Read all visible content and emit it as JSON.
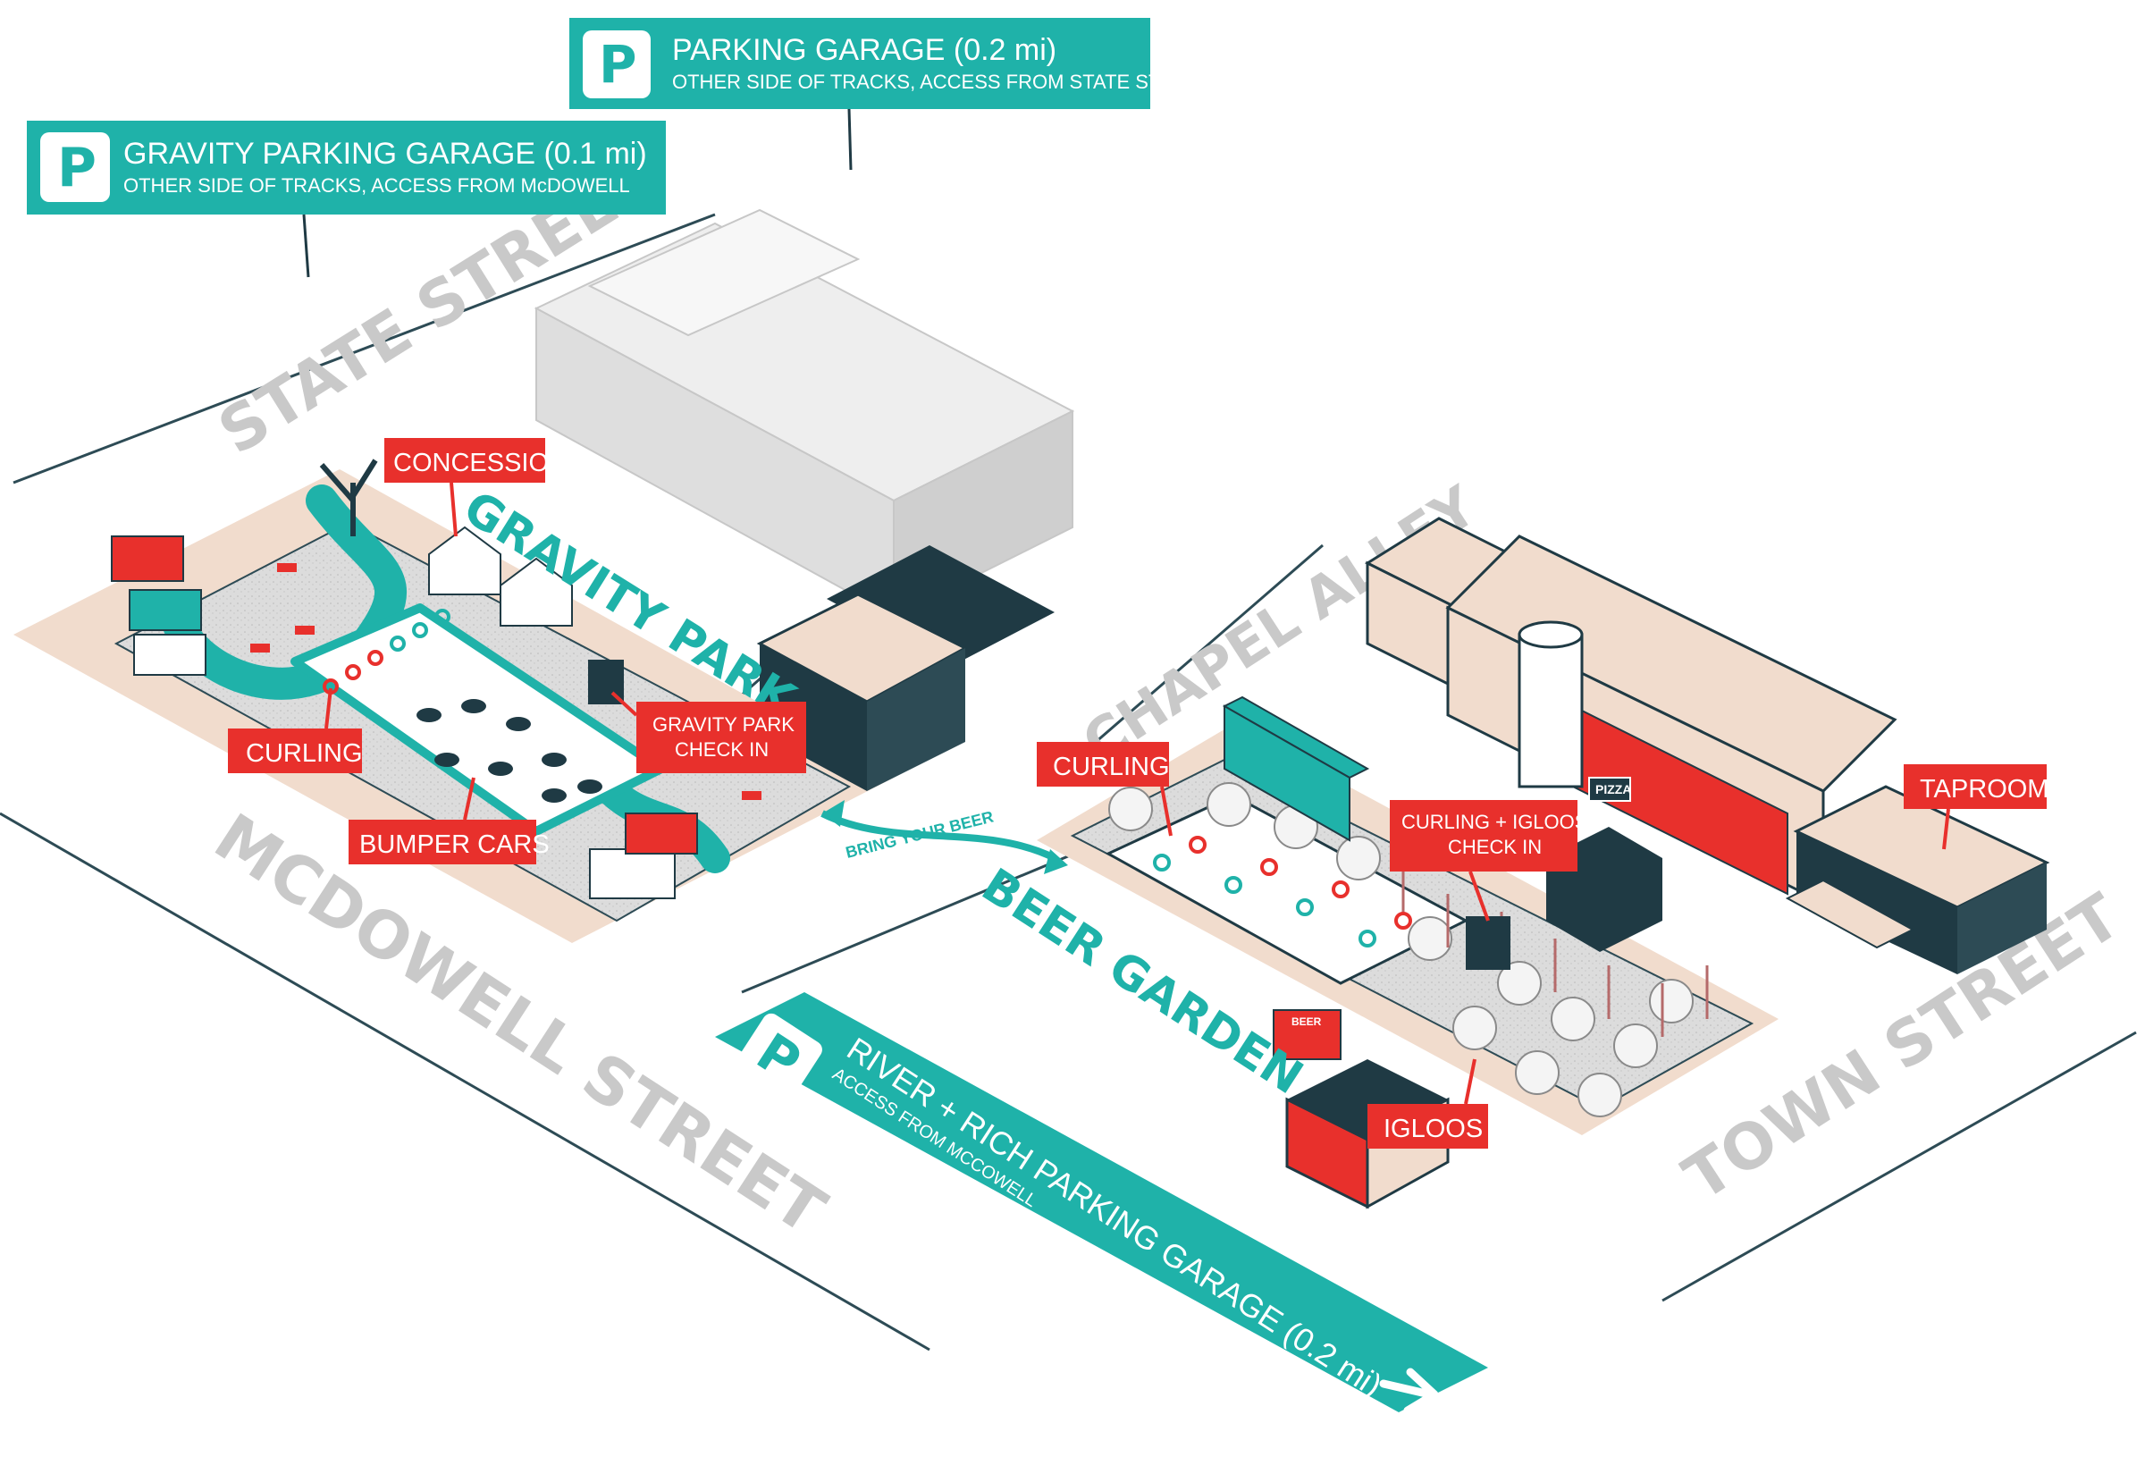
{
  "colors": {
    "teal": "#1fb2a9",
    "red": "#e8302c",
    "navy": "#1f3a44",
    "cream": "#f1dccd",
    "gray": "#d4d4d4"
  },
  "streets": {
    "state": "STATE STREET",
    "mcdowell": "MCDOWELL STREET",
    "chapel": "CHAPEL ALLEY",
    "town": "TOWN STREET"
  },
  "parking": {
    "p_icon": "P",
    "gravity": {
      "title": "GRAVITY PARKING GARAGE (0.1 mi)",
      "subtitle": "OTHER SIDE OF TRACKS, ACCESS FROM McDOWELL"
    },
    "state": {
      "title": "PARKING GARAGE (0.2 mi)",
      "subtitle": "OTHER SIDE OF TRACKS, ACCESS FROM STATE ST"
    },
    "river": {
      "title": "RIVER + RICH PARKING GARAGE (0.2 mi)",
      "subtitle": "ACCESS FROM MCCOWELL",
      "arrow_icon": "arrow-right-icon"
    }
  },
  "areas": {
    "gravity_park": "GRAVITY PARK",
    "beer_garden": "BEER GARDEN",
    "bring_beer": "BRING YOUR BEER"
  },
  "labels": {
    "concession": "CONCESSION",
    "curling_left": "CURLING",
    "bumper_cars": "BUMPER CARS",
    "gravity_checkin_1": "GRAVITY PARK",
    "gravity_checkin_2": "CHECK IN",
    "curling_right": "CURLING",
    "curling_igloos_1": "CURLING + IGLOOS",
    "curling_igloos_2": "CHECK IN",
    "taproom": "TAPROOM",
    "igloos": "IGLOOS"
  },
  "building_signs": {
    "pizza": "PIZZA",
    "beer_truck": "BEER"
  }
}
